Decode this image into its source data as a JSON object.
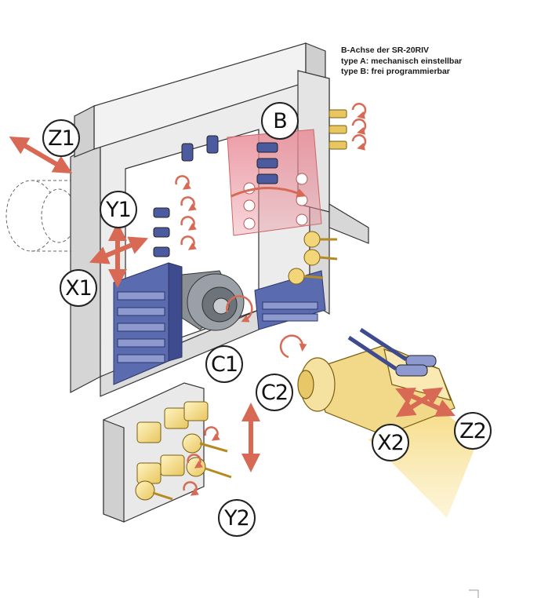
{
  "caption": {
    "line1": "B-Achse der SR-20RIV",
    "line2": "type A: mechanisch einstellbar",
    "line3": "type B: frei programmierbar"
  },
  "axes": {
    "z1": "Z1",
    "y1": "Y1",
    "x1": "X1",
    "b": "B",
    "c1": "C1",
    "c2": "C2",
    "x2": "X2",
    "z2": "Z2",
    "y2": "Y2"
  },
  "colors": {
    "frame": "#e6e6e6",
    "frame_shadow": "#c9c9c9",
    "tool_blue": "#5b6bb0",
    "b_axis_red": "#e88a96",
    "sub_spindle_yellow": "#f2d98a",
    "arrow_red": "#d86a55",
    "outline": "#333333"
  }
}
